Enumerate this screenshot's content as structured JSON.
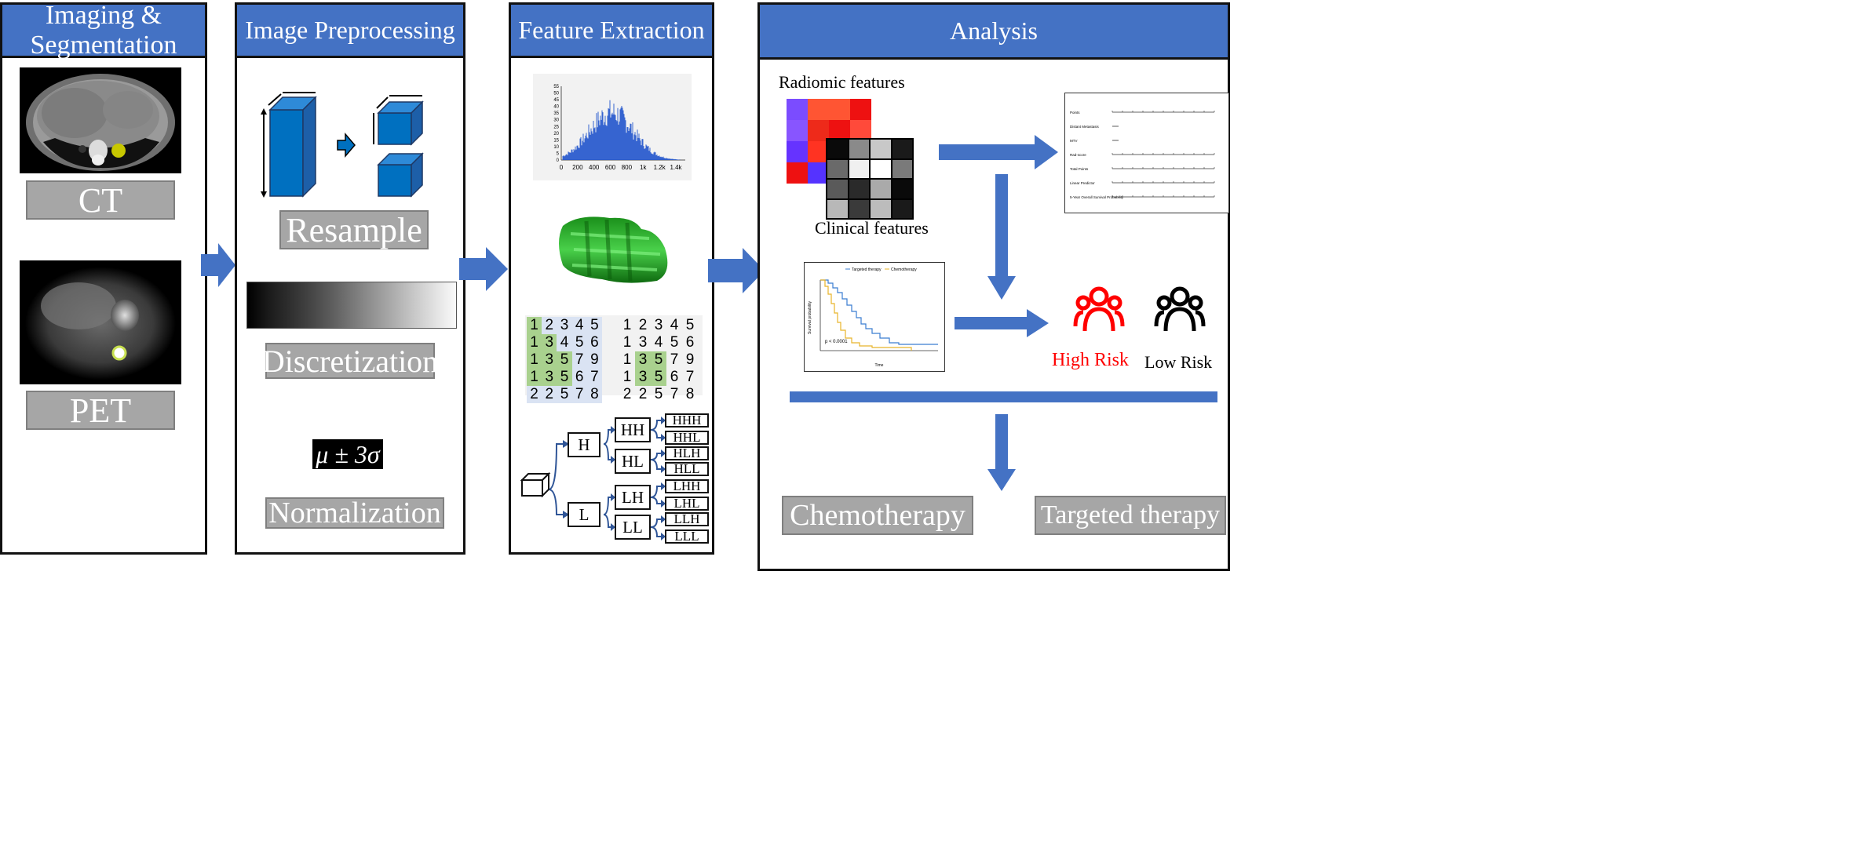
{
  "panels": {
    "imaging": {
      "title": "Imaging & Segmentation",
      "ct_label": "CT",
      "pet_label": "PET"
    },
    "preprocessing": {
      "title": "Image Preprocessing",
      "resample": "Resample",
      "discretization": "Discretization",
      "normalization_formula": "μ ± 3σ",
      "normalization": "Normalization"
    },
    "extraction": {
      "title": "Feature Extraction",
      "histogram_ticks": [
        "0",
        "200",
        "400",
        "600",
        "800",
        "1k",
        "1.2k",
        "1.4k"
      ],
      "histogram_yticks": [
        "0",
        "5",
        "10",
        "15",
        "20",
        "25",
        "30",
        "35",
        "40",
        "45",
        "50",
        "55"
      ],
      "matrix_left": [
        [
          "1",
          "2",
          "3",
          "4",
          "5"
        ],
        [
          "1",
          "3",
          "4",
          "5",
          "6"
        ],
        [
          "1",
          "3",
          "5",
          "7",
          "9"
        ],
        [
          "1",
          "3",
          "5",
          "6",
          "7"
        ],
        [
          "2",
          "2",
          "5",
          "7",
          "8"
        ]
      ],
      "matrix_right": [
        [
          "1",
          "2",
          "3",
          "4",
          "5"
        ],
        [
          "1",
          "3",
          "4",
          "5",
          "6"
        ],
        [
          "1",
          "3",
          "5",
          "7",
          "9"
        ],
        [
          "1",
          "3",
          "5",
          "6",
          "7"
        ],
        [
          "2",
          "2",
          "5",
          "7",
          "8"
        ]
      ],
      "wavelet": {
        "h": "H",
        "l": "L",
        "hh": "HH",
        "hl": "HL",
        "lh": "LH",
        "ll": "LL",
        "hhh": "HHH",
        "hhl": "HHL",
        "hlh": "HLH",
        "hll": "HLL",
        "lhh": "LHH",
        "lhl": "LHL",
        "llh": "LLH",
        "lll": "LLL"
      }
    },
    "analysis": {
      "title": "Analysis",
      "radiomic_features": "Radiomic features",
      "clinical_features": "Clinical features",
      "km_legend": [
        "Targeted therapy",
        "Chemotherapy"
      ],
      "km_pvalue": "p < 0.0001",
      "km_xlabel": "Time",
      "km_ylabel": "Survival probability",
      "nomogram_rows": [
        "Points",
        "Distant Metastasis",
        "MTV",
        "Rad-score",
        "Total Points",
        "Linear Predictor",
        "5-Year Overall Survival Probability"
      ],
      "high_risk": "High Risk",
      "low_risk": "Low Risk",
      "chemotherapy": "Chemotherapy",
      "targeted_therapy": "Targeted therapy"
    }
  },
  "colors": {
    "header_blue": "#4472c4",
    "arrow_blue": "#4472c4",
    "gray_box": "#a6a6a6",
    "high_risk_red": "#ff0000",
    "green_cell": "#a9d18e",
    "blue_cell": "#dae3f3"
  }
}
